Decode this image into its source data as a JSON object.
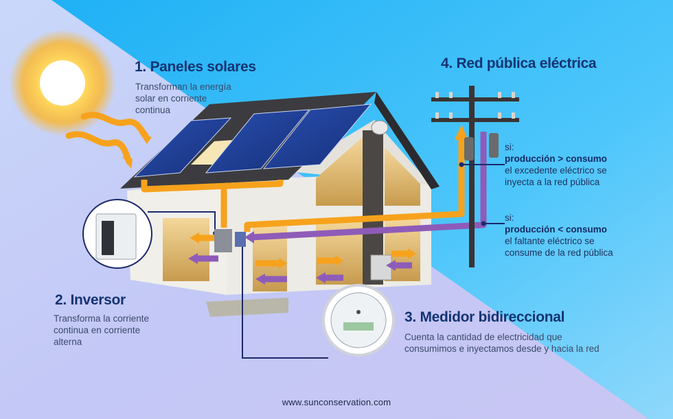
{
  "steps": {
    "paneles": {
      "title": "1. Paneles solares",
      "desc": [
        "Transforman la energía",
        "solar en corriente",
        "continua"
      ]
    },
    "inversor": {
      "title": "2. Inversor",
      "desc": [
        "Transforma la corriente",
        "continua en corriente",
        "alterna"
      ]
    },
    "medidor": {
      "title": "3. Medidor bidireccional",
      "desc": [
        "Cuenta la cantidad de electricidad que",
        "consumimos e inyectamos desde y hacia la red"
      ]
    },
    "red": {
      "title": "4. Red pública eléctrica"
    }
  },
  "grid_notes": {
    "surplus": {
      "prefix": "si:",
      "condition": "producción > consumo",
      "lines": [
        "el excedente eléctrico se",
        "inyecta a la red pública"
      ]
    },
    "deficit": {
      "prefix": "si:",
      "condition": "producción < consumo",
      "lines": [
        "el faltante eléctrico se",
        "consume de la red pública"
      ]
    }
  },
  "footer": {
    "url": "www.sunconservation.com"
  },
  "colors": {
    "title": "#143472",
    "solar_flow": "#f7a21c",
    "grid_flow": "#8e5cb8",
    "connector": "#1c2a6b",
    "sky_top": "#2fb8f6",
    "sky_bottom": "#c7cdf7"
  }
}
